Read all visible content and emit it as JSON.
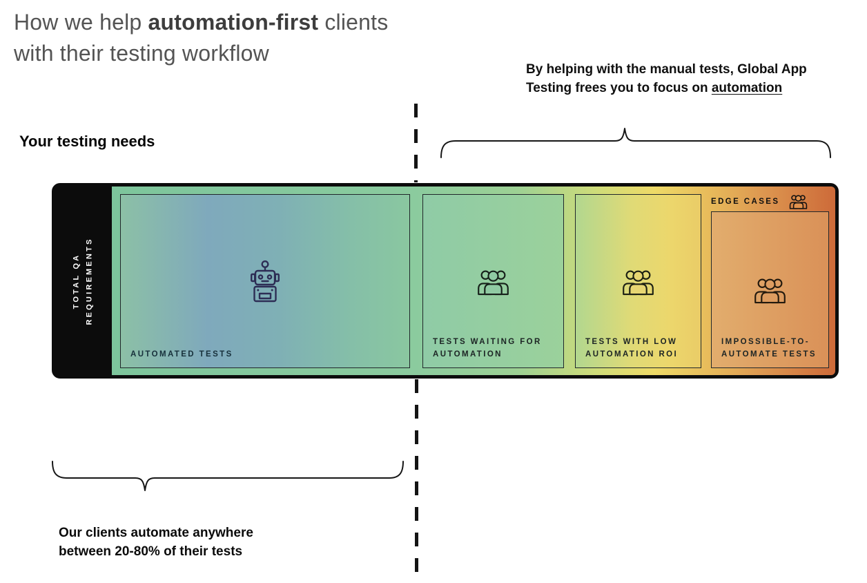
{
  "title": {
    "pre": "How we help ",
    "highlight": "automation-first",
    "post": " clients",
    "line2": "with their testing workflow"
  },
  "callout_right": {
    "line1": "By helping with the manual tests, Global App",
    "line2_pre": "Testing frees you to focus on ",
    "line2_underline": "automation"
  },
  "left_heading": "Your testing needs",
  "bar": {
    "axis_label": "TOTAL QA\nREQUIREMENTS",
    "edge_cases_label": "EDGE CASES",
    "sections": [
      {
        "label": "AUTOMATED TESTS",
        "icon": "robot-icon"
      },
      {
        "label": "TESTS WAITING FOR\nAUTOMATION",
        "icon": "people-group-icon"
      },
      {
        "label": "TESTS WITH LOW\nAUTOMATION ROI",
        "icon": "people-group-icon"
      },
      {
        "label": "IMPOSSIBLE-TO-\nAUTOMATE TESTS",
        "icon": "people-group-icon"
      }
    ],
    "colors": {
      "gradient_start": "#7dc59c",
      "gradient_blue_tint": "#7fa9bc",
      "gradient_yellow": "#eeda67",
      "gradient_end": "#cd6a39",
      "axis_background": "#0c0c0c",
      "robot_stroke": "#2d2d55",
      "people_stroke": "#16201a"
    }
  },
  "callout_bottom": "Our clients automate anywhere\nbetween 20-80% of their tests"
}
